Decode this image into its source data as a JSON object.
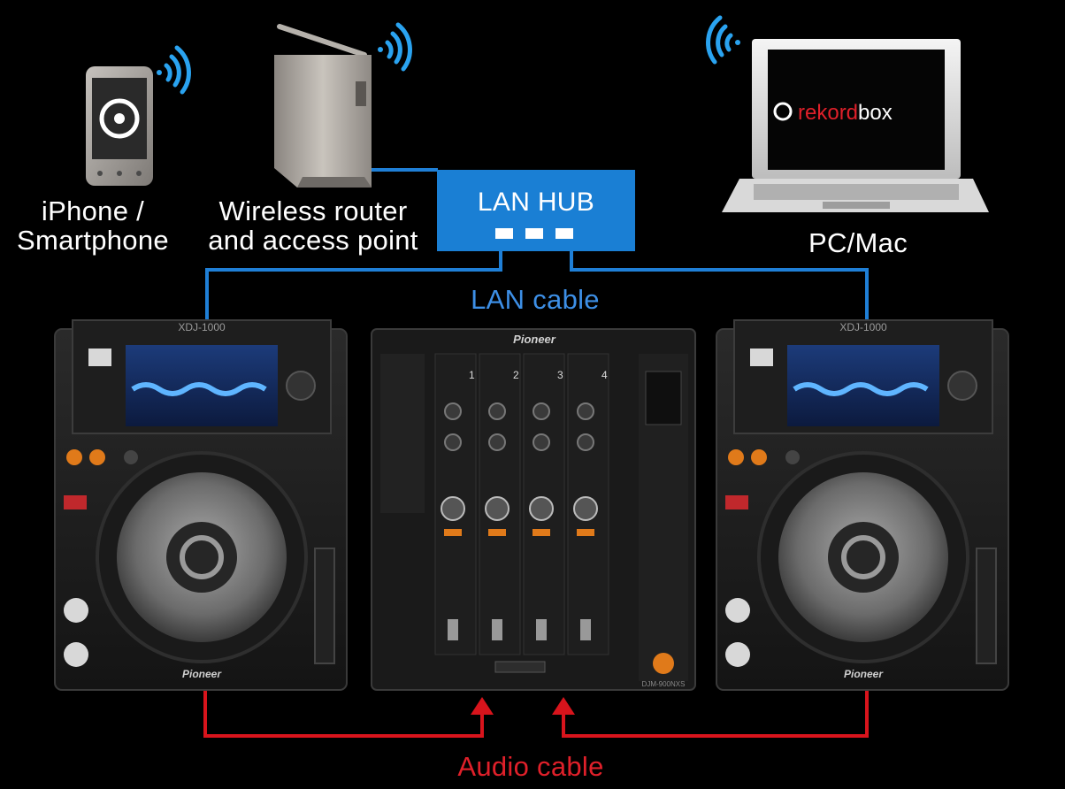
{
  "devices": {
    "smartphone": {
      "label_line1": "iPhone /",
      "label_line2": "Smartphone"
    },
    "router": {
      "label_line1": "Wireless router",
      "label_line2": "and access point"
    },
    "hub": {
      "label": "LAN HUB"
    },
    "computer": {
      "label": "PC/Mac",
      "screen_brand": "rekordbox",
      "screen_brand_prefix": "rekord",
      "screen_brand_suffix": "box"
    },
    "player_left": {
      "brand": "Pioneer",
      "model": "XDJ-1000"
    },
    "mixer": {
      "brand": "Pioneer",
      "model": "DJM-900NXS",
      "channel_numbers": [
        "1",
        "2",
        "3",
        "4"
      ]
    },
    "player_right": {
      "brand": "Pioneer",
      "model": "XDJ-1000"
    }
  },
  "cables": {
    "lan": {
      "label": "LAN cable"
    },
    "audio": {
      "label": "Audio cable"
    }
  },
  "colors": {
    "lan": "#1f7fd6",
    "audio": "#d8141c",
    "hub_fill": "#1a7fd4",
    "wifi": "#2aa3f0"
  }
}
